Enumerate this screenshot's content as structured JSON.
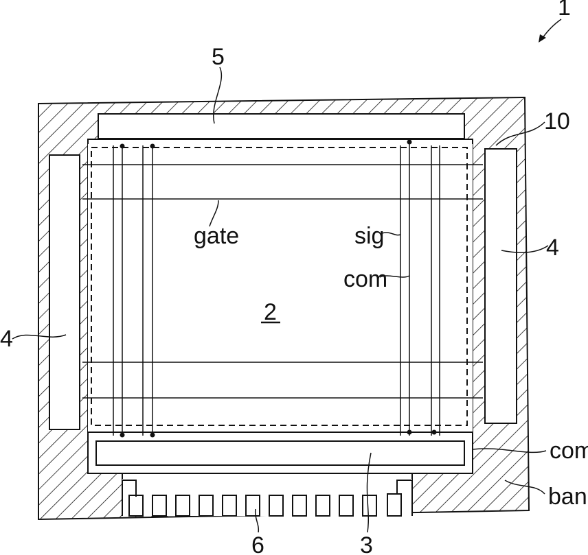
{
  "figure": {
    "labels": {
      "ref_1": "1",
      "ref_5": "5",
      "ref_10": "10",
      "ref_4_right": "4",
      "ref_4_left": "4",
      "gate": "gate",
      "sig": "sig",
      "com_top": "com",
      "ref_2": "2",
      "com_right": "com",
      "bank": "bank",
      "ref_6": "6",
      "ref_3": "3"
    }
  }
}
